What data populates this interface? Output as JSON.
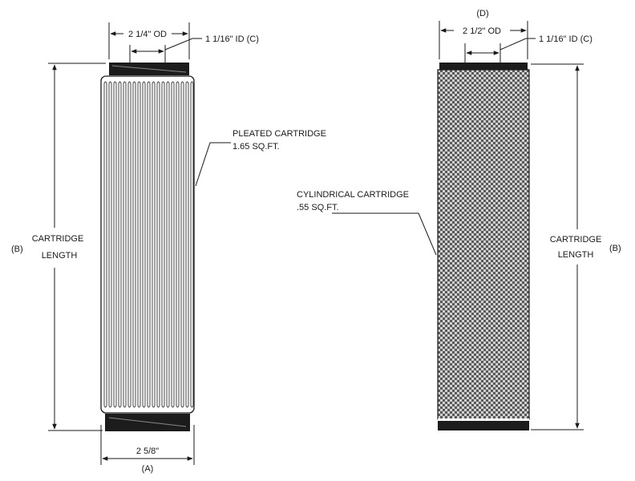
{
  "left_cartridge": {
    "od_label": "2 1/4\" OD",
    "id_label": "1 1/16\" ID (C)",
    "type_label_line1": "PLEATED CARTRIDGE",
    "type_label_line2": "1.65 SQ.FT.",
    "length_letter": "(B)",
    "length_line1": "CARTRIDGE",
    "length_line2": "LENGTH",
    "base_width_label": "2 5/8\"",
    "base_letter": "(A)"
  },
  "right_cartridge": {
    "top_letter": "(D)",
    "od_label": "2 1/2\" OD",
    "id_label": "1 1/16\" ID (C)",
    "type_label_line1": "CYLINDRICAL CARTRIDGE",
    "type_label_line2": ".55 SQ.FT.",
    "length_line1": "CARTRIDGE",
    "length_line2": "LENGTH",
    "length_letter": "(B)"
  },
  "colors": {
    "ink": "#1a1a1a",
    "cap": "#1c1c1c",
    "mesh_light": "#c8c8c8",
    "mesh_dark": "#555555"
  }
}
